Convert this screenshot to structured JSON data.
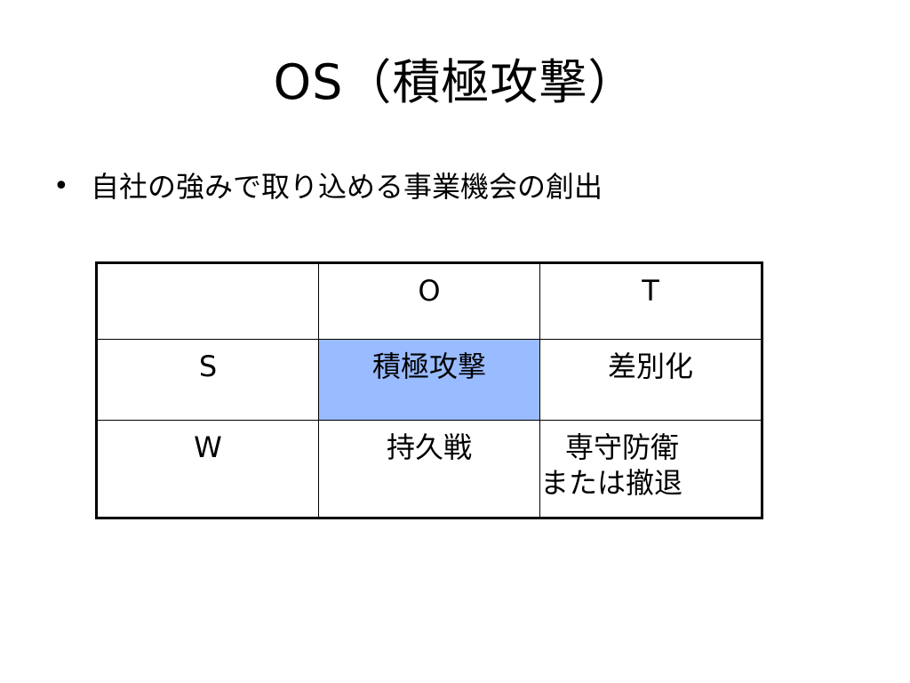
{
  "slide": {
    "title": "OS（積極攻撃）",
    "bullets": [
      "自社の強みで取り込める事業機会の創出"
    ]
  },
  "table": {
    "header": [
      "",
      "O",
      "T"
    ],
    "rows": [
      {
        "label": "S",
        "cells": [
          "積極攻撃",
          "差別化"
        ]
      },
      {
        "label": "W",
        "cells": [
          "持久戦",
          [
            "専守防衛",
            "または撤退"
          ]
        ]
      }
    ],
    "highlight_color": "#99bbff",
    "highlighted_cell": "S-O"
  },
  "colors": {
    "background": "#ffffff",
    "text": "#000000",
    "highlight": "#99bbff"
  }
}
